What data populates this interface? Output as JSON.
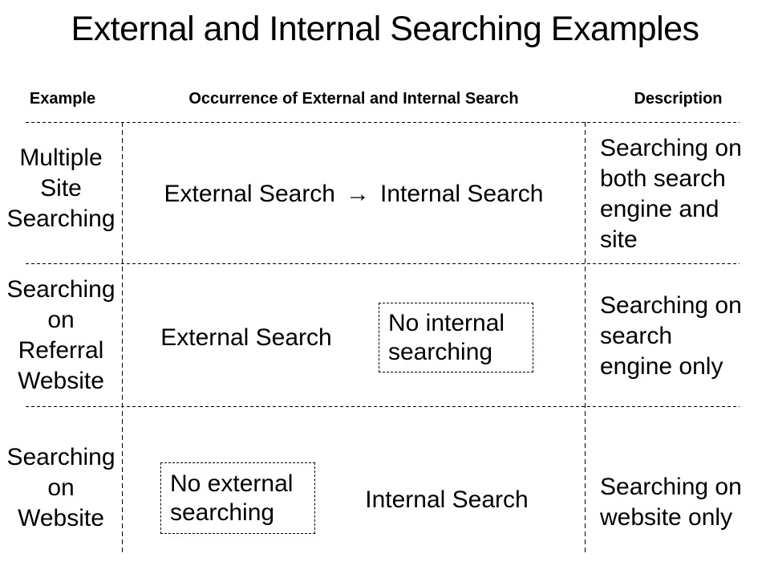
{
  "title": "External and Internal Searching Examples",
  "columns": {
    "example": "Example",
    "occurrence": "Occurrence of External and Internal Search",
    "description": "Description"
  },
  "rows": [
    {
      "example": "Multiple\nSite\nSearching",
      "external": "External Search",
      "arrow": "→",
      "internal": "Internal Search",
      "description": "Searching on\nboth search\nengine and\nsite"
    },
    {
      "example": "Searching\non\nReferral\nWebsite",
      "search": "External Search",
      "note": "No internal\nsearching",
      "description": "Searching on\nsearch\nengine only"
    },
    {
      "example": "Searching\non\nWebsite",
      "note": "No external\nsearching",
      "search": "Internal Search",
      "description": "Searching on\nwebsite only"
    }
  ],
  "colors": {
    "background": "#ffffff",
    "text": "#000000",
    "line": "#000000"
  }
}
